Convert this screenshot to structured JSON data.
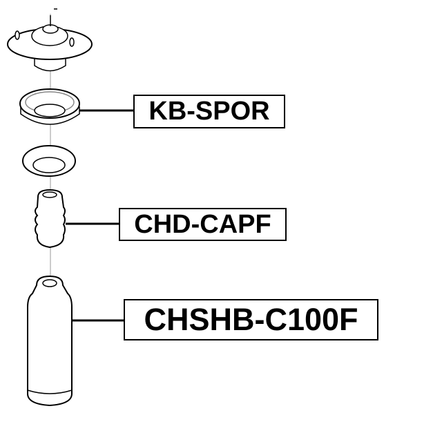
{
  "parts": [
    {
      "label": "KB-SPOR"
    },
    {
      "label": "CHD-CAPF"
    },
    {
      "label": "CHSHB-C100F"
    }
  ]
}
